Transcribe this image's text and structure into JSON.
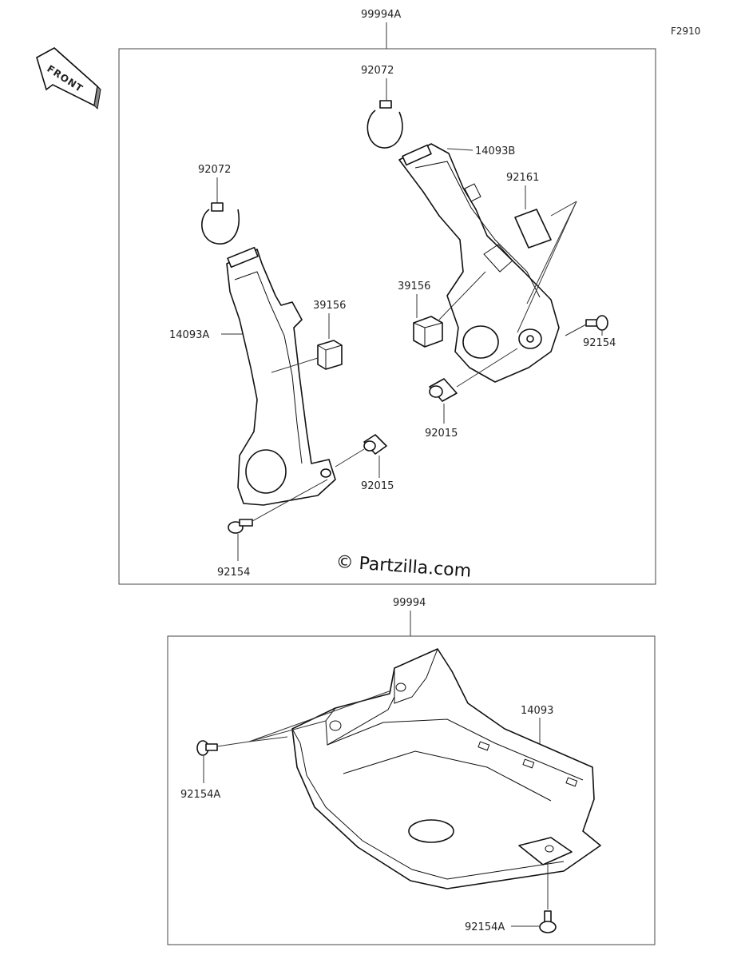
{
  "diagram_code": "F2910",
  "front_label": "FRONT",
  "watermark": "© Partzilla.com",
  "upper_kit": {
    "label": "99994A",
    "parts": {
      "clamp_left": "92072",
      "clamp_right": "92072",
      "guard_left": "14093A",
      "guard_right": "14093B",
      "pad_left": "39156",
      "pad_right": "39156",
      "pad_small": "92161",
      "collar_left": "92015",
      "collar_right": "92015",
      "bolt_left": "92154",
      "bolt_right": "92154"
    }
  },
  "lower_kit": {
    "label": "99994",
    "parts": {
      "skid_plate": "14093",
      "bolt_front": "92154A",
      "bolt_bottom": "92154A"
    }
  }
}
